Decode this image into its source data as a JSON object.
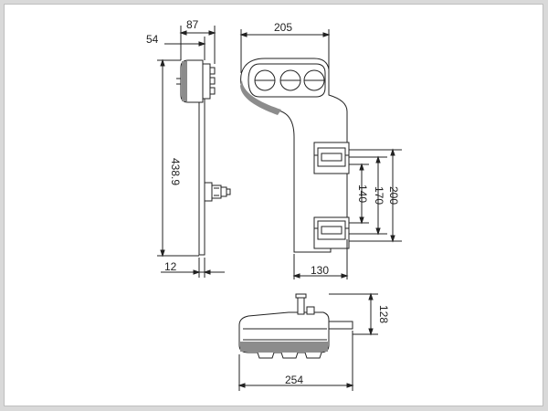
{
  "colors": {
    "line": "#222222",
    "fill": "#8c8c8c",
    "sheet": "#ffffff",
    "frame": "#d9d9d9"
  },
  "dimensions": {
    "d54": "54",
    "d87": "87",
    "d205": "205",
    "d4389": "438.9",
    "d12": "12",
    "d130": "130",
    "d140": "140",
    "d170": "170",
    "d200": "200",
    "d128": "128",
    "d254": "254"
  }
}
